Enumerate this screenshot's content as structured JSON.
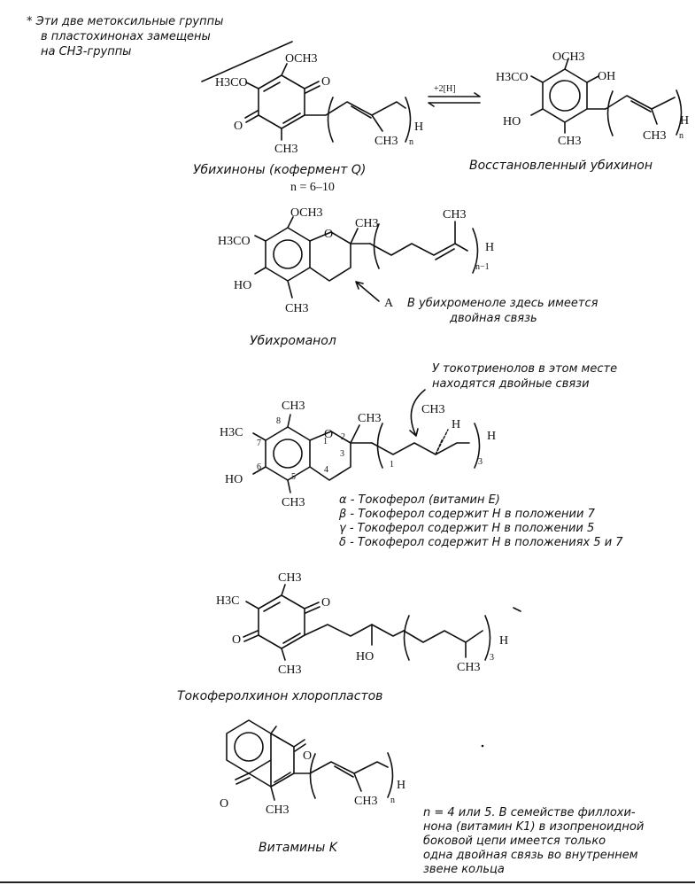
{
  "header_note": {
    "line1": "* Эти две метоксильные группы",
    "line2": "в пластохинонах замещены",
    "line3": "на CH3-группы"
  },
  "s1": {
    "och3": "OCH3",
    "h3co": "H3CO",
    "o_right": "O",
    "o_left": "O",
    "ch3": "CH3",
    "ch3_chain": "CH3",
    "h": "H",
    "n": "n",
    "arrow_label": "+2[H]",
    "caption": "Убихиноны (кофермент Q)",
    "n_range": "n = 6–10"
  },
  "s2": {
    "och3": "OCH3",
    "h3co": "H3CO",
    "oh": "OH",
    "ho": "HO",
    "ch3": "CH3",
    "ch3_chain": "CH3",
    "h": "H",
    "n": "n",
    "caption": "Восстановленный убихинон"
  },
  "s3": {
    "och3": "OCH3",
    "h3co": "H3CO",
    "ho": "HO",
    "o": "O",
    "ch3_ring": "CH3",
    "ch3_chain": "CH3",
    "ch3_branch": "CH3",
    "h": "H",
    "n": "n−1",
    "label_a": "A",
    "note1": "В убихроменоле здесь имеется",
    "note2": "двойная связь",
    "caption": "Убихроманол"
  },
  "s4": {
    "note1": "У токотриенолов в этом месте",
    "note2": "находятся двойные связи",
    "ch3_top": "CH3",
    "h3c": "H3C",
    "ho": "HO",
    "o": "O",
    "ch3_bottom": "CH3",
    "ch3_c2": "CH3",
    "ch3_dash": "CH3",
    "h_dash": "H",
    "h": "H",
    "n": "3",
    "num8": "8",
    "num7": "7",
    "num6": "6",
    "num5": "5",
    "num4": "4",
    "num3": "3",
    "num2": "2",
    "num1": "1",
    "num1b": "1",
    "legend": [
      "α - Токоферол (витамин E)",
      "β - Токоферол содержит H в положении 7",
      "γ - Токоферол содержит H в положении 5",
      "δ - Токоферол содержит H в положениях 5 и 7"
    ]
  },
  "s5": {
    "ch3_top": "CH3",
    "h3c": "H3C",
    "o_right": "O",
    "o_left": "O",
    "ch3_bottom": "CH3",
    "ho": "HO",
    "ch3_branch": "CH3",
    "h": "H",
    "n": "3",
    "caption": "Токоферолхинон хлоропластов"
  },
  "s6": {
    "o_top": "O",
    "o_left": "O",
    "ch3": "CH3",
    "ch3_chain": "CH3",
    "h": "H",
    "n": "n",
    "caption": "Витамины K",
    "note": [
      "n = 4 или 5. В семействе филлохи-",
      "нона (витамин K1) в изопреноидной",
      "боковой цепи имеется только",
      "одна двойная связь во внутреннем",
      "звене кольца"
    ]
  }
}
